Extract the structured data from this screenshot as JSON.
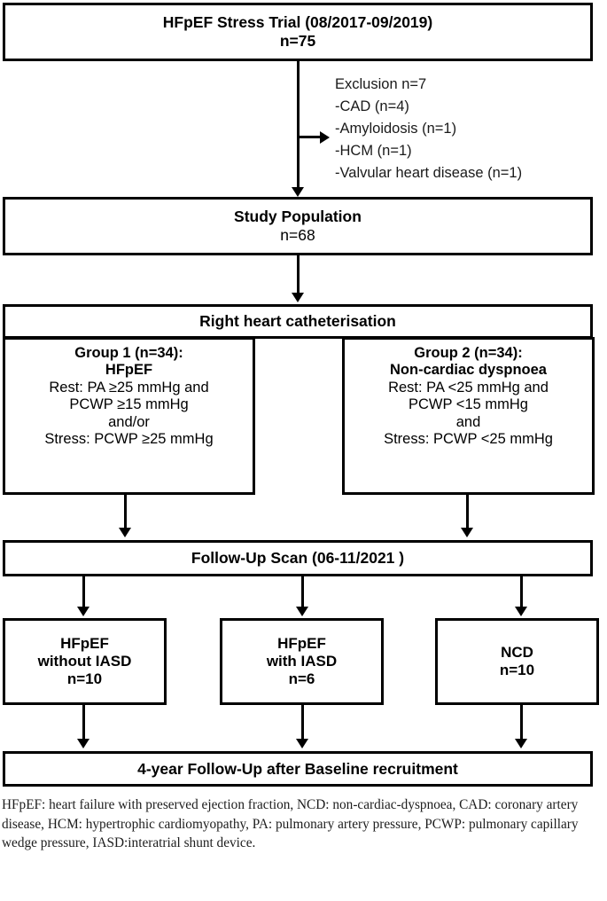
{
  "diagram": {
    "title": "HFpEF Stress Trial patient flow chart",
    "nodes": {
      "trial": {
        "title": "HFpEF Stress Trial (08/2017-09/2019)",
        "n": "n=75"
      },
      "exclusion": {
        "heading": "Exclusion n=7",
        "items": [
          "-CAD (n=4)",
          "-Amyloidosis (n=1)",
          "-HCM (n=1)",
          "-Valvular heart disease (n=1)"
        ]
      },
      "study_population": {
        "title": "Study Population",
        "n": "n=68"
      },
      "right_heart_cath": {
        "title": "Right heart catheterisation"
      },
      "group1": {
        "heading": "Group 1 (n=34):",
        "subheading": "HFpEF",
        "lines": [
          "Rest: PA ≥25 mmHg and",
          "PCWP ≥15 mmHg",
          "and/or",
          "Stress: PCWP ≥25 mmHg"
        ]
      },
      "group2": {
        "heading": "Group 2 (n=34):",
        "subheading": "Non-cardiac dyspnoea",
        "lines": [
          "Rest: PA <25 mmHg and",
          "PCWP <15 mmHg",
          "and",
          "Stress: PCWP <25 mmHg"
        ]
      },
      "followup_scan": {
        "title": "Follow-Up Scan (06-11/2021 )"
      },
      "result1": {
        "line1": "HFpEF",
        "line2": "without IASD",
        "n": "n=10"
      },
      "result2": {
        "line1": "HFpEF",
        "line2": "with IASD",
        "n": "n=6"
      },
      "result3": {
        "line1": "NCD",
        "line2": "",
        "n": "n=10"
      },
      "final": {
        "title": "4-year Follow-Up after Baseline recruitment"
      }
    },
    "footnote": "HFpEF: heart failure with preserved ejection fraction, NCD: non-cardiac-dyspnoea, CAD: coronary artery disease, HCM: hypertrophic cardiomyopathy, PA: pulmonary artery pressure, PCWP: pulmonary capillary wedge pressure, IASD:interatrial shunt device.",
    "colors": {
      "stroke": "#000000",
      "background": "#ffffff",
      "text": "#000000"
    }
  }
}
